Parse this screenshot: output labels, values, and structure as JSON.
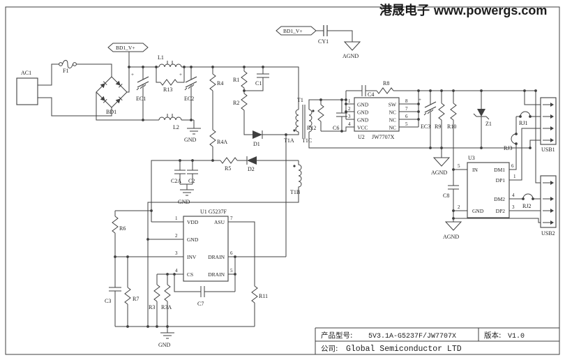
{
  "colors": {
    "accent_blue": "#2323d7",
    "line": "#3f3f3f"
  },
  "header": {
    "brand": "港晟电子",
    "site": "www.powergs.com"
  },
  "net_labels": {
    "bd1_v": "BD1_V+"
  },
  "grounds": {
    "gnd": "GND",
    "agnd": "AGND"
  },
  "sym": {
    "plus": "+"
  },
  "parts": {
    "ac1": "AC1",
    "f1": "F1",
    "bd1": "BD1",
    "l1": "L1",
    "l2": "L2",
    "r13": "R13",
    "ec1": "EC1",
    "ec2": "EC2",
    "r4": "R4",
    "r4a": "R4A",
    "r1": "R1",
    "c1": "C1",
    "r2": "R2",
    "d1": "D1",
    "cy1": "CY1",
    "t1": "T1",
    "t1a": "T1A",
    "t1b": "T1B",
    "t1c": "T1C",
    "r5": "R5",
    "d2": "D2",
    "c2a": "C2A",
    "c2": "C2",
    "r12": "R12",
    "c6": "C6",
    "c4": "C4",
    "r8": "R8",
    "ec3": "EC3",
    "r9": "R9",
    "r10": "R10",
    "z1": "Z1",
    "rj1": "RJ1",
    "rj2": "RJ2",
    "rj3": "RJ3",
    "usb1": "USB1",
    "usb2": "USB2",
    "c8": "C8",
    "r6": "R6",
    "c3": "C3",
    "r7": "R7",
    "r3": "R3",
    "r3a": "R3A",
    "c7": "C7",
    "r11": "R11"
  },
  "u1": {
    "title": "U1  G5237F",
    "p1": "1",
    "p2": "2",
    "p3": "3",
    "p4": "4",
    "p5": "5",
    "p6": "6",
    "p7": "7",
    "vdd": "VDD",
    "gnd": "GND",
    "inv": "INV",
    "cs": "CS",
    "asu": "ASU",
    "drain": "DRAIN"
  },
  "u2": {
    "ref": "U2",
    "part": "JW7707X",
    "p1": "1",
    "p2": "2",
    "p3": "3",
    "p4": "4",
    "p5": "5",
    "p6": "6",
    "p7": "7",
    "p8": "8",
    "gnd": "GND",
    "vcc": "VCC",
    "sw": "SW",
    "nc": "NC"
  },
  "u3": {
    "ref": "U3",
    "p1": "1",
    "p2": "2",
    "p3": "3",
    "p4": "4",
    "p5": "5",
    "p6": "6",
    "in": "IN",
    "gnd": "GND",
    "dm1": "DM1",
    "dp1": "DP1",
    "dm2": "DM2",
    "dp2": "DP2"
  },
  "title_block": {
    "model_label": "产品型号:",
    "model": "5V3.1A-G5237F/JW7707X",
    "version_label": "版本:",
    "version": "V1.0",
    "company_label": "公司:",
    "company": "Global Semiconductor LTD"
  }
}
